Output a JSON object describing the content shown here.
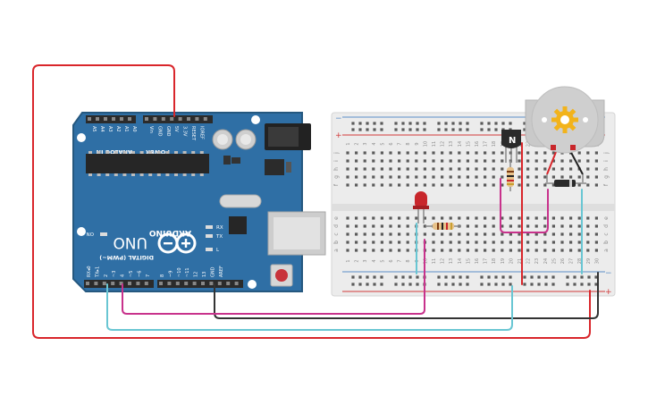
{
  "colors": {
    "background": "#ffffff",
    "arduino_pcb": "#2f6fa5",
    "arduino_pcb_dark": "#25587f",
    "header": "#2b2b2b",
    "chip": "#262626",
    "breadboard": "#ececec",
    "breadboard_edge": "#d4d4d4",
    "rail_red": "#d23a3a",
    "rail_blue": "#5b8ec7",
    "wire_red": "#d9262b",
    "wire_cyan": "#69c6d3",
    "wire_magenta": "#c8328c",
    "wire_dark": "#333333",
    "led": "#c8262b",
    "motor": "#c9c9c9",
    "motor_hub": "#f2b31b",
    "transistor": "#2a2a2a"
  },
  "arduino": {
    "brand": "ARDUINO",
    "model": "UNO",
    "analog_label": "ANALOG IN",
    "power_label": "POWER",
    "digital_label": "DIGITAL (PWM~)",
    "on_label": "ON",
    "tx_label": "TX",
    "rx_label": "RX",
    "l_label": "L",
    "analog_pins": [
      "A5",
      "A4",
      "A3",
      "A2",
      "A1",
      "A0"
    ],
    "power_pins": [
      "Vin",
      "GND",
      "GND",
      "5V",
      "3.3V",
      "RESET",
      "IOREF"
    ],
    "digital_pins": [
      "RX◂0",
      "TX▸1",
      "2",
      "~3",
      "4",
      "~5",
      "~6",
      "7",
      "8",
      "~9",
      "~10",
      "~11",
      "12",
      "13",
      "GND",
      "AREF"
    ]
  },
  "breadboard": {
    "rail_plus": "+",
    "rail_minus": "−",
    "row_letters_top": [
      "j",
      "i",
      "h",
      "g",
      "f"
    ],
    "row_letters_bottom": [
      "e",
      "d",
      "c",
      "b",
      "a"
    ],
    "column_numbers": [
      "1",
      "2",
      "3",
      "4",
      "5",
      "6",
      "7",
      "8",
      "9",
      "10",
      "11",
      "12",
      "13",
      "14",
      "15",
      "16",
      "17",
      "18",
      "19",
      "20",
      "21",
      "22",
      "23",
      "24",
      "25",
      "26",
      "27",
      "28",
      "29",
      "30"
    ]
  },
  "transistor": {
    "label": "N"
  }
}
